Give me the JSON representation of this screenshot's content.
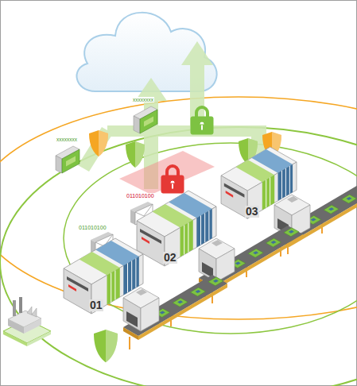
{
  "diagram": {
    "labels": [
      "01",
      "02",
      "03",
      "011010100",
      "011010100",
      "xxxxxxxx",
      "xxxxxxxx"
    ]
  }
}
